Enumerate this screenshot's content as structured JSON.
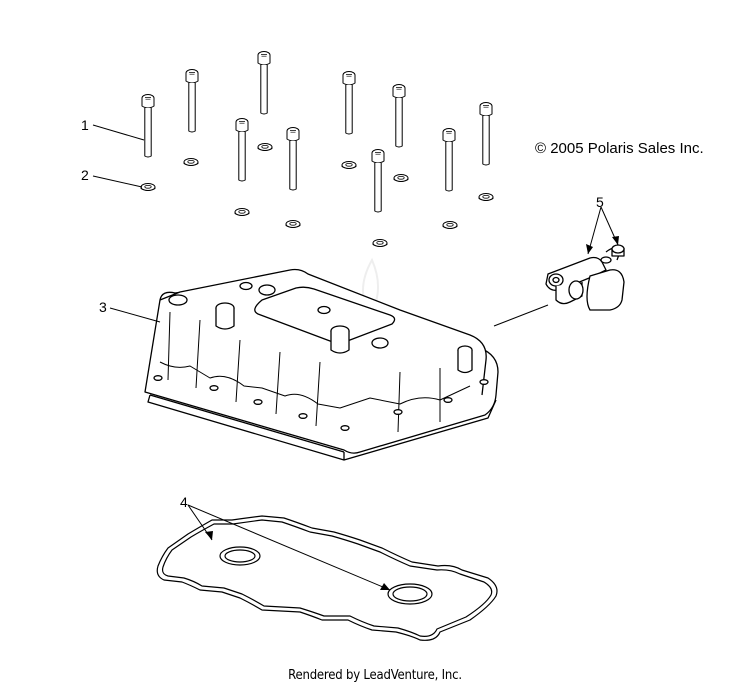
{
  "copyright": "© 2005 Polaris Sales Inc.",
  "footer": "Rendered by LeadVenture, Inc.",
  "callouts": [
    {
      "id": 1,
      "label": "1",
      "part": "Bolt"
    },
    {
      "id": 2,
      "label": "2",
      "part": "Washer"
    },
    {
      "id": 3,
      "label": "3",
      "part": "Valve cover"
    },
    {
      "id": 4,
      "label": "4",
      "part": "Gasket"
    },
    {
      "id": 5,
      "label": "5",
      "part": "Sensor"
    }
  ],
  "colors": {
    "line": "#000000",
    "background": "#ffffff",
    "watermark": "#e6e6e6"
  }
}
